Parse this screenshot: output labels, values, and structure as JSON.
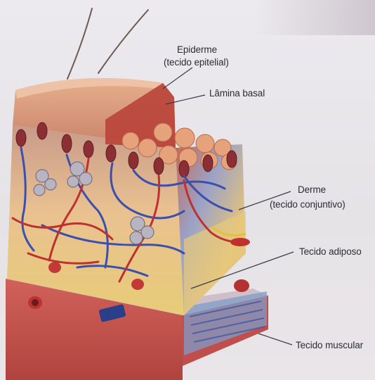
{
  "diagram": {
    "labels": {
      "epidermis_name": "Epiderme",
      "epidermis_tissue": "(tecido epitelial)",
      "basal_lamina": "Lâmina basal",
      "dermis_name": "Derme",
      "dermis_tissue": "(tecido conjuntivo)",
      "adipose": "Tecido adiposo",
      "muscle": "Tecido muscular"
    },
    "colors": {
      "epidermis": "#d9916e",
      "dermis": "#f1c48c",
      "adipose": "#e8cf74",
      "muscle": "#c0514e",
      "vein": "#3a4fb0",
      "artery": "#c0302f",
      "leader_line": "#3a3a48"
    }
  }
}
